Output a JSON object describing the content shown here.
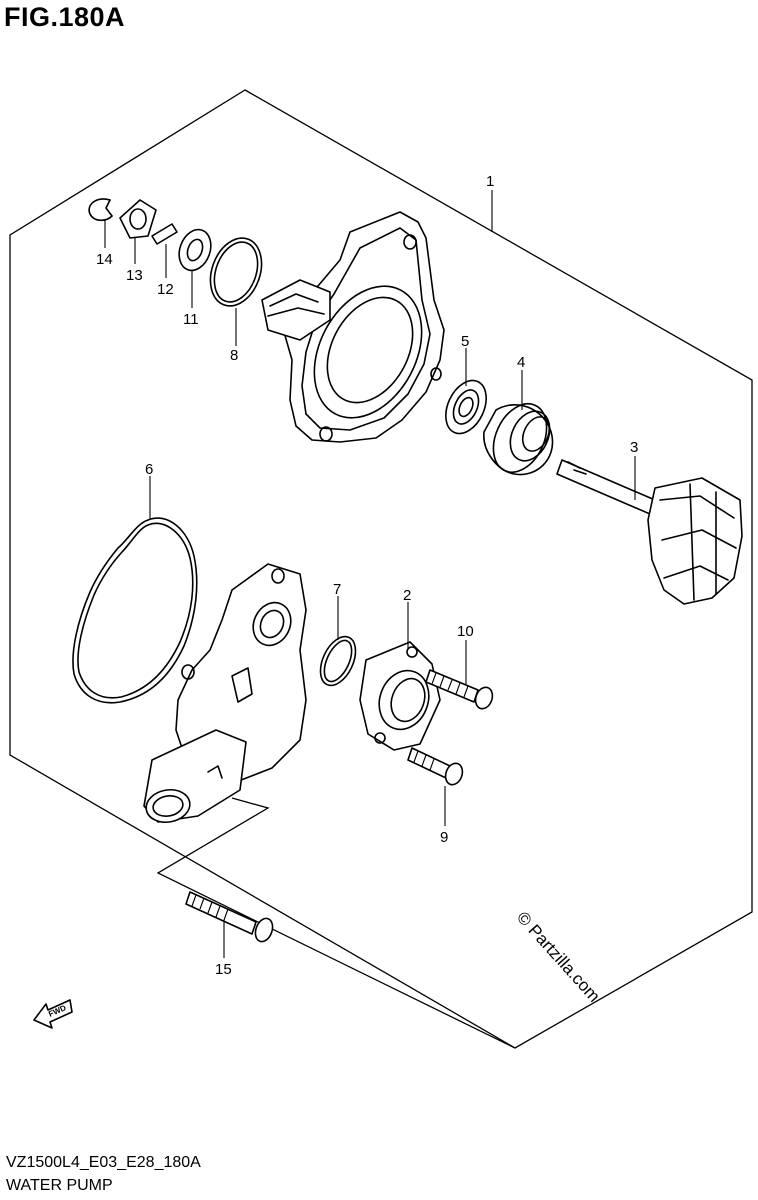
{
  "figure": {
    "title": "FIG.180A",
    "model_code": "VZ1500L4_E03_E28_180A",
    "section_name": "WATER PUMP",
    "watermark": "© Partzilla.com",
    "fwd_label": "FWD"
  },
  "callouts": [
    {
      "id": "callout-1",
      "label": "1"
    },
    {
      "id": "callout-2",
      "label": "2"
    },
    {
      "id": "callout-3",
      "label": "3"
    },
    {
      "id": "callout-4",
      "label": "4"
    },
    {
      "id": "callout-5",
      "label": "5"
    },
    {
      "id": "callout-6",
      "label": "6"
    },
    {
      "id": "callout-7",
      "label": "7"
    },
    {
      "id": "callout-8",
      "label": "8"
    },
    {
      "id": "callout-9",
      "label": "9"
    },
    {
      "id": "callout-10",
      "label": "10"
    },
    {
      "id": "callout-11",
      "label": "11"
    },
    {
      "id": "callout-12",
      "label": "12"
    },
    {
      "id": "callout-13",
      "label": "13"
    },
    {
      "id": "callout-14",
      "label": "14"
    },
    {
      "id": "callout-15",
      "label": "15"
    }
  ]
}
